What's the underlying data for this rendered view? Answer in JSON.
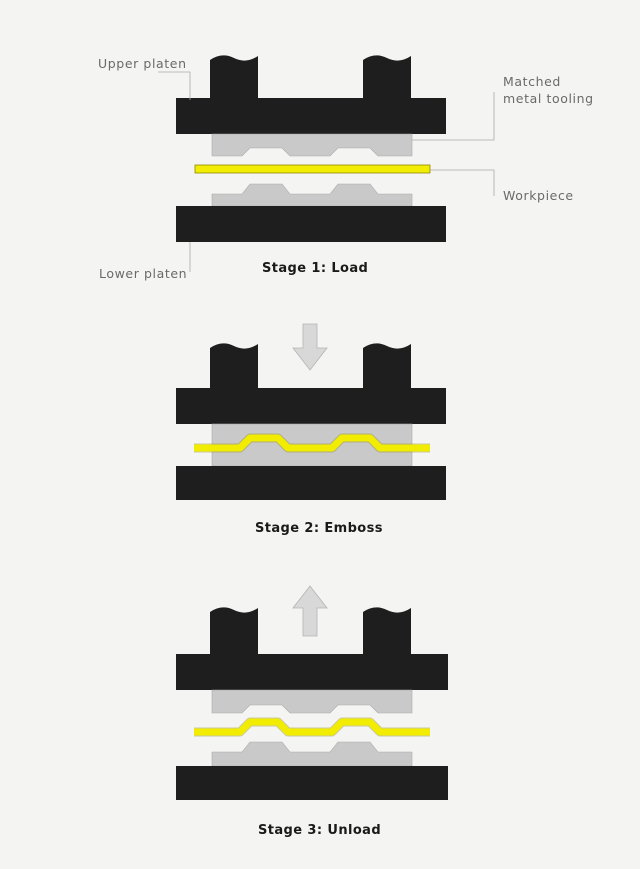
{
  "labels": {
    "upper_platen": "Upper platen",
    "lower_platen": "Lower platen",
    "matched_line1": "Matched",
    "matched_line2": "metal tooling",
    "workpiece": "Workpiece"
  },
  "stages": [
    {
      "title": "Stage 1: Load"
    },
    {
      "title": "Stage 2: Emboss"
    },
    {
      "title": "Stage 3: Unload"
    }
  ],
  "colors": {
    "background": "#f4f4f2",
    "platen": "#1e1e1e",
    "tooling": "#c9c9c9",
    "workpiece": "#f2ec00",
    "arrow": "#d8d8d8"
  },
  "arrows": {
    "stage2": "down",
    "stage3": "up"
  }
}
